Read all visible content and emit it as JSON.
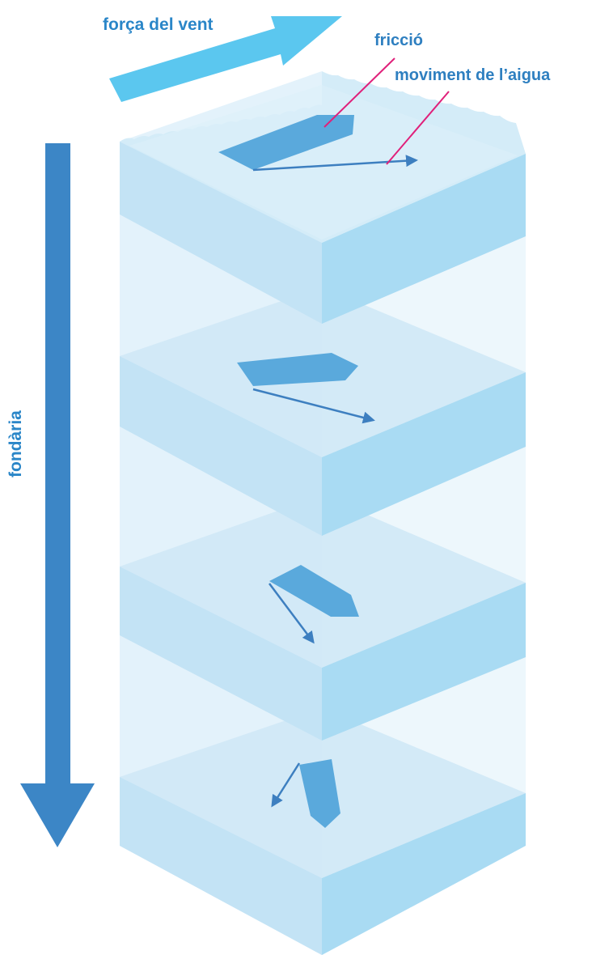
{
  "labels": {
    "wind_force": "força del vent",
    "friction": "fricció",
    "water_movement": "moviment de l’aigua",
    "depth": "fondària"
  },
  "colors": {
    "wind_arrow": "#5bc7ef",
    "depth_arrow": "#3c86c6",
    "leader_line": "#e0207a",
    "water_light": "#e4f3fb",
    "water_mid": "#cfe9f7",
    "water_side": "#abdcf3",
    "friction_shape": "#5aa9dc",
    "movement_arrow": "#3d7fc0"
  },
  "layers": [
    {
      "name": "surface"
    },
    {
      "name": "layer-2"
    },
    {
      "name": "layer-3"
    },
    {
      "name": "layer-4"
    }
  ]
}
